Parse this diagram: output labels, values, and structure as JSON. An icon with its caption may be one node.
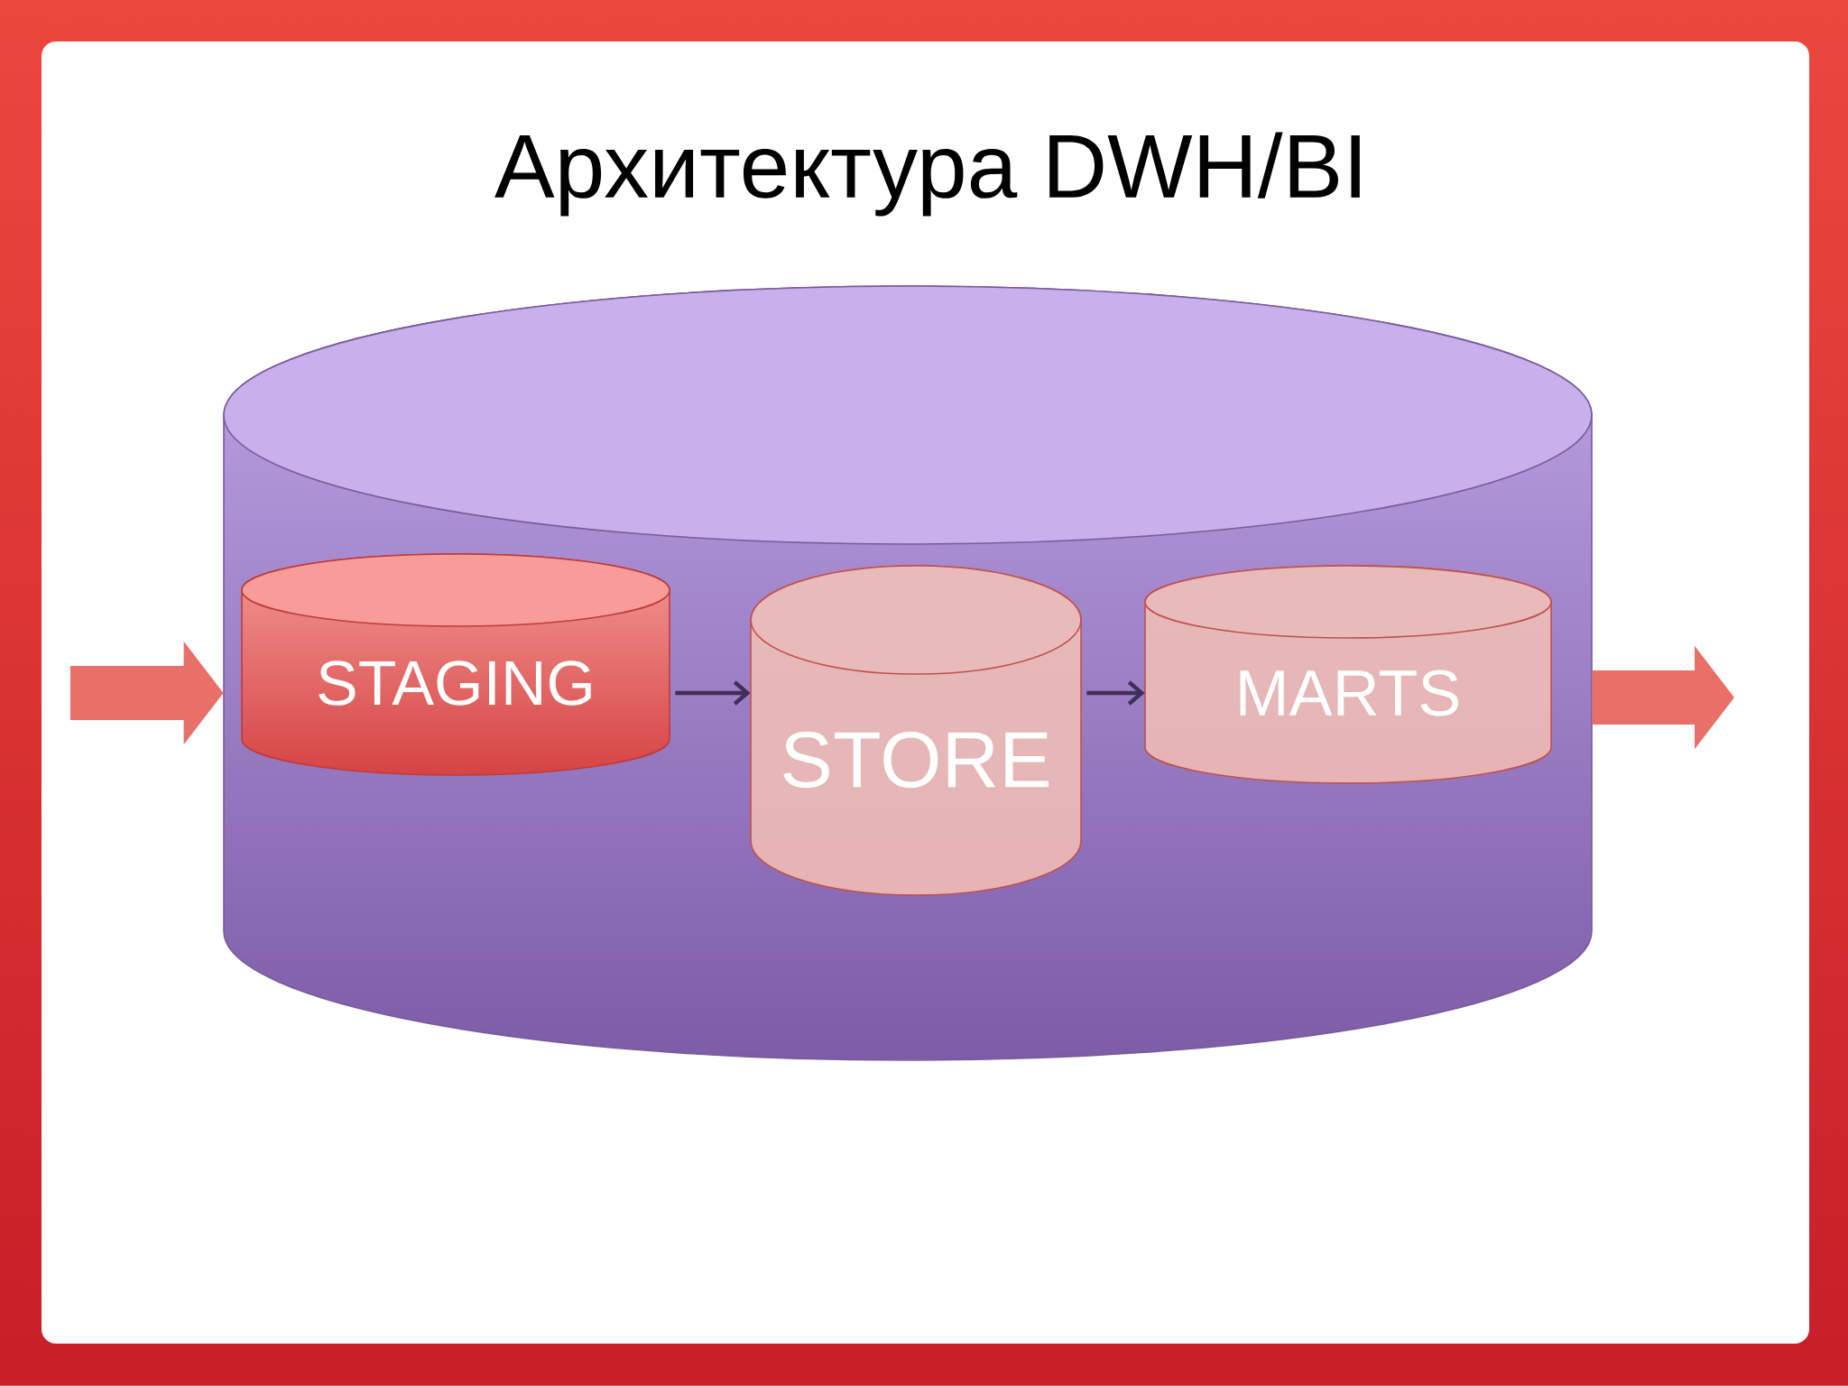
{
  "diagram": {
    "title": "Архитектура DWH/BI",
    "nodes": [
      {
        "text": [],
        "shape": "cylinder"
      },
      {
        "text": [
          "STAGING"
        ],
        "in": 0
      },
      {
        "text": [
          "STORE"
        ],
        "in": 0
      },
      {
        "text": [
          "MARTS"
        ],
        "in": 0
      }
    ],
    "edges": [
      {
        "from": null,
        "to": 0,
        "arrow": "to",
        "style": "thick",
        "color": "#e87068"
      },
      {
        "from": 1,
        "to": 2,
        "arrow": "to",
        "color": "#3f2f5a"
      },
      {
        "from": 2,
        "to": 3,
        "arrow": "to",
        "color": "#3f2f5a"
      },
      {
        "from": 0,
        "to": null,
        "arrow": "to",
        "style": "thick",
        "color": "#e87068"
      }
    ]
  }
}
